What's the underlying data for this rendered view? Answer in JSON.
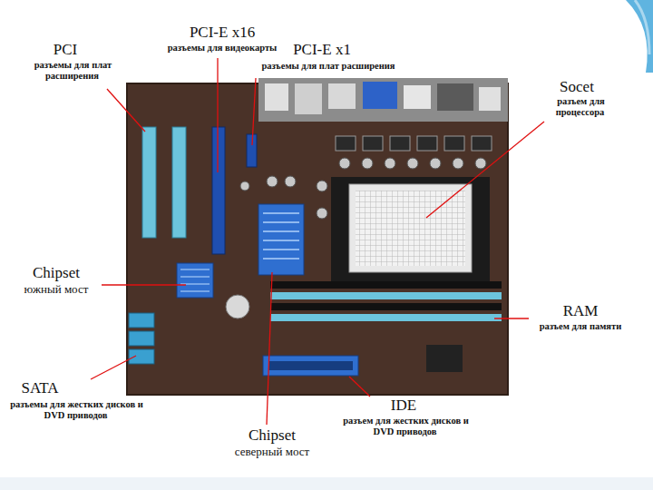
{
  "diagram": {
    "labels": [
      "PCI-E x16",
      "разъемы для видеокарты",
      "PCI",
      "разъемы для плат расширения",
      "PCI-E x1",
      "разъемы для плат расширения",
      "Socet",
      "разъем для процессора",
      "Chipset",
      "южный мост",
      "RAM",
      "разъем для памяти",
      "SATA",
      "разъемы для жестких дисков и DVD приводов",
      "IDE",
      "разъем для жестких дисков и DVD приводов",
      "Chipset",
      "северный мост"
    ]
  }
}
